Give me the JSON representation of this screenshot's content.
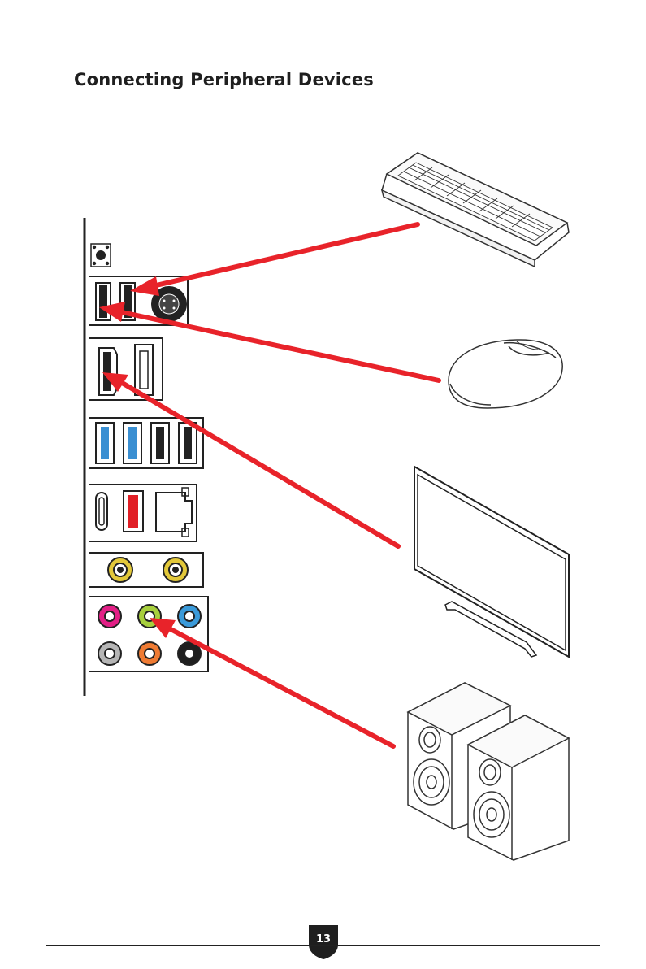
{
  "page": {
    "title": "Connecting Peripheral Devices",
    "page_number": "13"
  },
  "colors": {
    "arrow": "#e8232a",
    "port_pink": "#e21f86",
    "port_green": "#a7cf3d",
    "port_blue": "#3a9ad9",
    "port_gray": "#b5b5b5",
    "port_orange": "#ef7b33",
    "port_black": "#1f1f1f",
    "usb3_blue": "#3a8fd2",
    "usb_red": "#e11f26",
    "antenna_gold": "#e2c83a"
  },
  "illustration": {
    "io_panel_ports": [
      "bios-flashback-button",
      "usb-keyboard-port",
      "usb-mouse-port",
      "ps2-port",
      "hdmi-port",
      "displayport",
      "usb3-blue-ports",
      "usb2-black-ports",
      "usb-c-port",
      "usb-red-port",
      "lan-port",
      "wifi-antenna-connectors",
      "audio-jacks"
    ],
    "devices": [
      "keyboard",
      "mouse",
      "monitor",
      "speakers"
    ],
    "connections": [
      {
        "from": "keyboard",
        "to": "usb-keyboard-port"
      },
      {
        "from": "mouse",
        "to": "usb-mouse-port"
      },
      {
        "from": "monitor",
        "to": "hdmi-port"
      },
      {
        "from": "speakers",
        "to": "audio-line-out-green"
      }
    ]
  }
}
